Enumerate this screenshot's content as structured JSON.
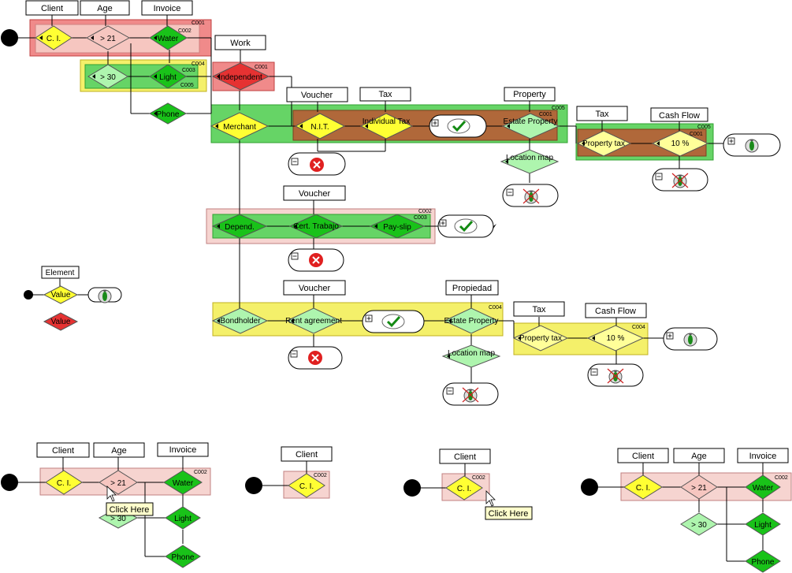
{
  "colors": {
    "group_red": "#f08a8a",
    "group_pink": "#f6d4d0",
    "group_yellow": "#f4f06a",
    "group_green": "#66d466",
    "group_brown": "#b0683a",
    "diamond_yellow": "#ffff33",
    "diamond_green": "#19c219",
    "diamond_light_green": "#aef5ae",
    "diamond_pink": "#f6c6c0",
    "diamond_red": "#e63232",
    "diamond_light_yellow": "#ffff99"
  },
  "main": {
    "headers": {
      "client": "Client",
      "age": "Age",
      "invoice": "Invoice",
      "work": "Work",
      "voucher1": "Voucher",
      "tax1": "Tax",
      "property": "Property",
      "tax2": "Tax",
      "cashflow1": "Cash Flow",
      "voucher2": "Voucher",
      "voucher3": "Voucher",
      "propiedad": "Propiedad",
      "tax3": "Tax",
      "cashflow2": "Cash Flow"
    },
    "nodes": {
      "ci": "C. I.",
      "gt21": "> 21",
      "water": "Water",
      "gt30": "> 30",
      "light": "Light",
      "phone": "Phone",
      "independent": "Independent",
      "merchant": "Merchant",
      "nit": "N.I.T.",
      "individual_tax": "Individual Tax",
      "estate_property": "Estate Property",
      "location_map": "Location map",
      "property_tax": "Property tax",
      "pct10": "10 %",
      "depend": "Depend.",
      "cert_trabajo": "Cert. Trabajo",
      "payslip": "Pay-slip",
      "bondholder": "Bondholder",
      "rent_agreement": "Rent agreement",
      "estate_property2": "Estate Property",
      "location_map2": "Location map",
      "property_tax2": "Property tax",
      "pct10_2": "10 %"
    },
    "codes": {
      "c001a": "C001",
      "c002a": "C002",
      "c003a": "C003",
      "c004a": "C004",
      "c005a": "C005",
      "c001b": "C001",
      "c005b": "C005",
      "c001c": "C001",
      "c005c": "C005",
      "c001d": "C001",
      "c002b": "C002",
      "c003b": "C003",
      "c004b": "C004",
      "c004c": "C004"
    }
  },
  "legend": {
    "header": "Element",
    "value1": "Value",
    "value2": "Value"
  },
  "bottom": {
    "diagram1": {
      "client": "Client",
      "age": "Age",
      "invoice": "Invoice",
      "ci": "C. I.",
      "gt21": "> 21",
      "water": "Water",
      "gt30": "> 30",
      "light": "Light",
      "phone": "Phone",
      "code": "C002",
      "tooltip": "Click Here"
    },
    "diagram2": {
      "client": "Client",
      "ci": "C. I.",
      "code": "C002"
    },
    "diagram3": {
      "client": "Client",
      "ci": "C. I.",
      "code": "C002",
      "tooltip": "Click Here"
    },
    "diagram4": {
      "client": "Client",
      "age": "Age",
      "invoice": "Invoice",
      "ci": "C. I.",
      "gt21": "> 21",
      "water": "Water",
      "gt30": "> 30",
      "light": "Light",
      "phone": "Phone",
      "code": "C002"
    }
  }
}
